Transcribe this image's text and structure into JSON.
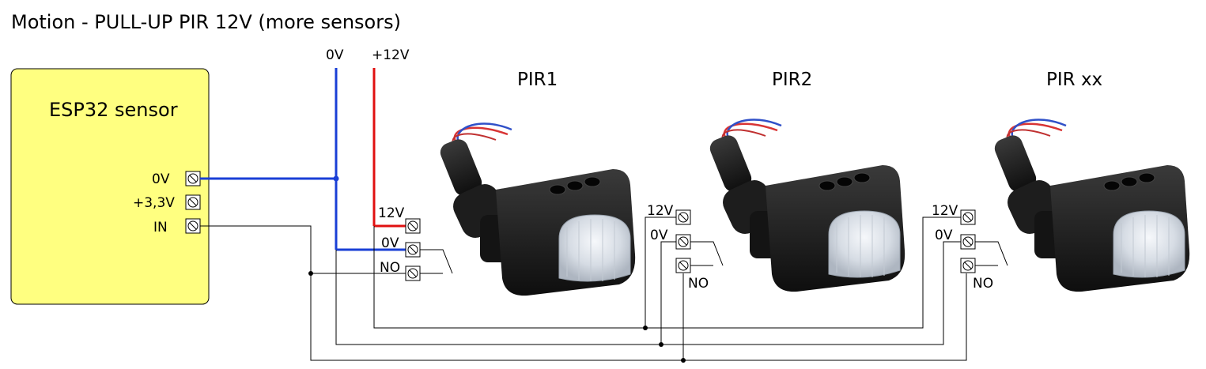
{
  "title": "Motion - PULL-UP PIR 12V (more sensors)",
  "rails": {
    "zero_v": "0V",
    "plus_12v": "+12V"
  },
  "esp32": {
    "label": "ESP32 sensor",
    "pins": [
      "0V",
      "+3,3V",
      "IN"
    ]
  },
  "sensors": [
    {
      "name": "PIR1",
      "terminals": [
        "12V",
        "0V",
        "NO"
      ]
    },
    {
      "name": "PIR2",
      "terminals": [
        "12V",
        "0V",
        "NO"
      ]
    },
    {
      "name": "PIR xx",
      "terminals": [
        "12V",
        "0V",
        "NO"
      ]
    }
  ],
  "colors": {
    "esp_fill": "#ffff80",
    "wire_0v": "#1a3fd6",
    "wire_12v": "#e01010",
    "wire_signal": "#000000",
    "sensor_body": "#1b1b1b"
  },
  "icons": [
    "terminal-screw-icon",
    "switch-icon",
    "pir-sensor-photo"
  ]
}
